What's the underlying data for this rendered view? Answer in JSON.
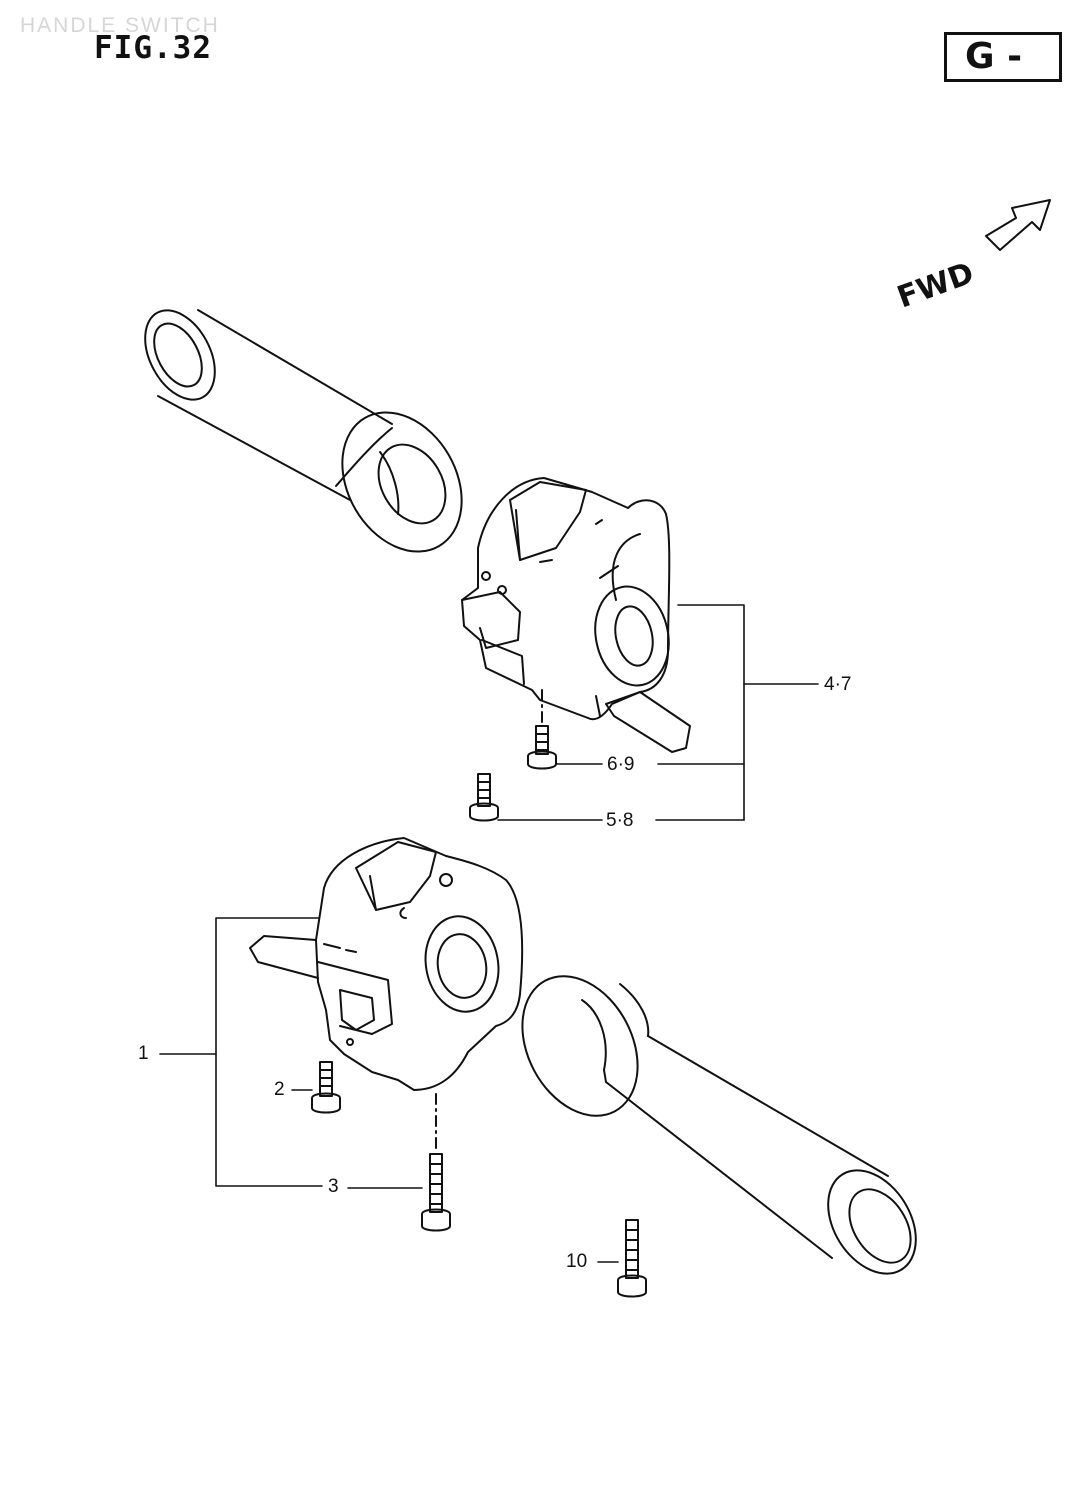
{
  "header": {
    "section_title": "HANDLE SWITCH",
    "figure_number": "FIG.32",
    "section_code": "G -"
  },
  "orientation": {
    "label": "FWD",
    "icon": "forward-arrow-icon"
  },
  "callouts": [
    {
      "id": "callout-4-7",
      "label": "4·7"
    },
    {
      "id": "callout-6-9",
      "label": "6·9"
    },
    {
      "id": "callout-5-8",
      "label": "5·8"
    },
    {
      "id": "callout-1",
      "label": "1"
    },
    {
      "id": "callout-2",
      "label": "2"
    },
    {
      "id": "callout-3",
      "label": "3"
    },
    {
      "id": "callout-10",
      "label": "10"
    }
  ]
}
